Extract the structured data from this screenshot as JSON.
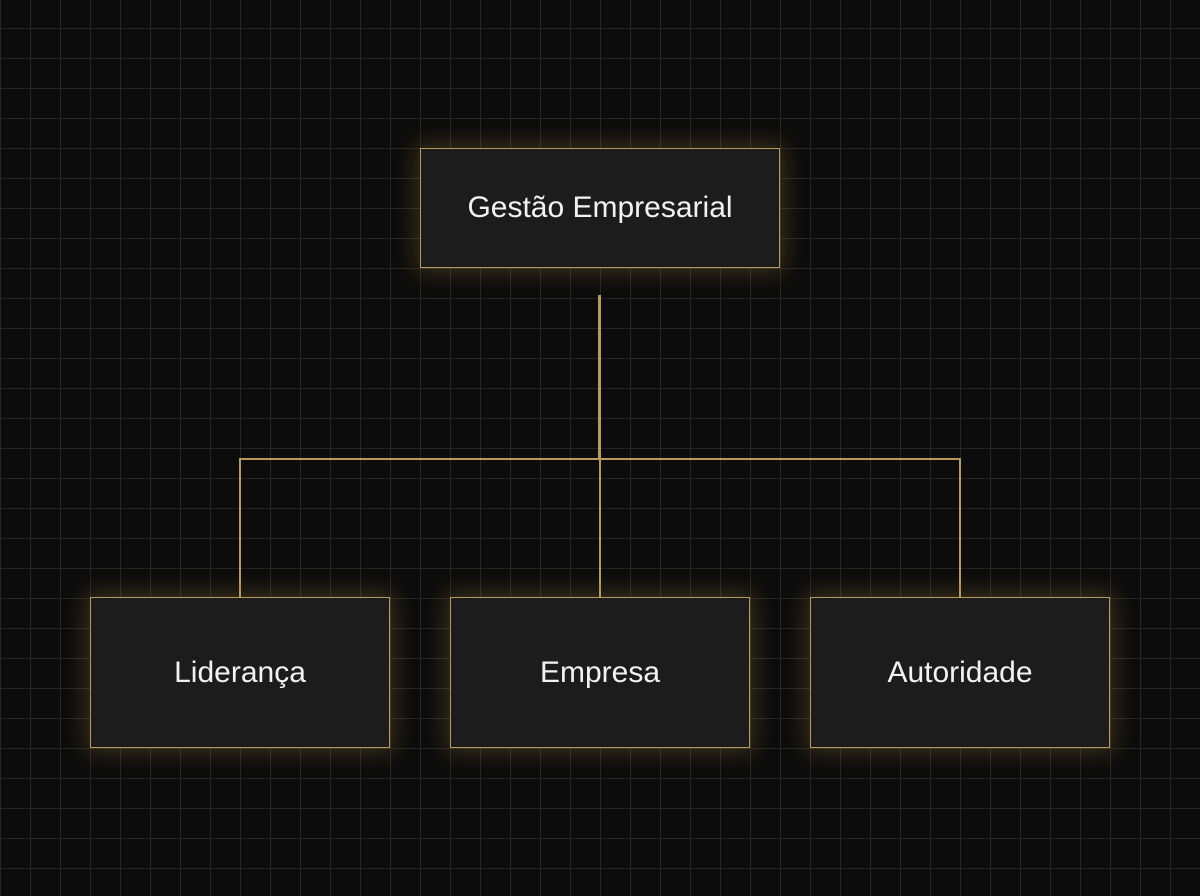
{
  "diagram": {
    "root": {
      "label": "Gestão Empresarial"
    },
    "children": [
      {
        "label": "Liderança"
      },
      {
        "label": "Empresa"
      },
      {
        "label": "Autoridade"
      }
    ]
  },
  "colors": {
    "accent": "#b89a5a",
    "node_fill": "#1c1c1c",
    "background": "#0c0c0c"
  }
}
